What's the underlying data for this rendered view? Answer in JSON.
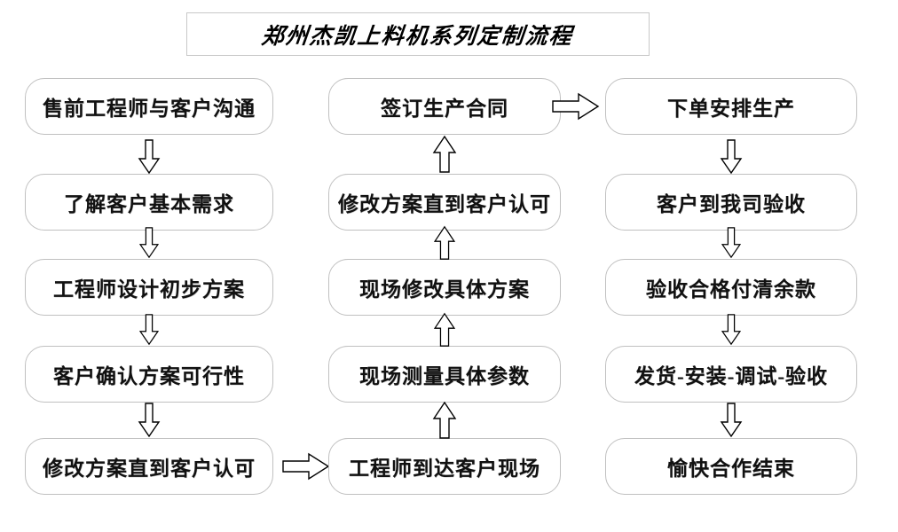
{
  "title": {
    "text": "郑州杰凯上料机系列定制流程"
  },
  "colors": {
    "box_border": "#c0c0c0",
    "title_border": "#c8c8c8",
    "text": "#111111",
    "background": "#ffffff",
    "arrow_stroke": "#000000"
  },
  "columns": [
    {
      "name": "left-column",
      "direction": "top-to-bottom",
      "boxes": [
        {
          "label": "售前工程师与客户沟通"
        },
        {
          "label": "了解客户基本需求"
        },
        {
          "label": "工程师设计初步方案"
        },
        {
          "label": "客户确认方案可行性"
        },
        {
          "label": "修改方案直到客户认可"
        }
      ]
    },
    {
      "name": "middle-column",
      "direction": "bottom-to-top",
      "boxes": [
        {
          "label": "签订生产合同"
        },
        {
          "label": "修改方案直到客户认可"
        },
        {
          "label": "现场修改具体方案"
        },
        {
          "label": "现场测量具体参数"
        },
        {
          "label": "工程师到达客户现场"
        }
      ]
    },
    {
      "name": "right-column",
      "direction": "top-to-bottom",
      "boxes": [
        {
          "label": "下单安排生产"
        },
        {
          "label": "客户到我司验收"
        },
        {
          "label": "验收合格付清余款"
        },
        {
          "label": "发货-安装-调试-验收"
        },
        {
          "label": "愉快合作结束"
        }
      ]
    }
  ],
  "connectors": {
    "left_down": [
      "down-arrow",
      "down-arrow",
      "down-arrow",
      "down-arrow"
    ],
    "middle_up": [
      "up-arrow",
      "up-arrow",
      "up-arrow",
      "up-arrow"
    ],
    "right_down": [
      "down-arrow",
      "down-arrow",
      "down-arrow",
      "down-arrow"
    ],
    "left_to_middle": "right-arrow",
    "middle_to_right": "right-arrow"
  }
}
